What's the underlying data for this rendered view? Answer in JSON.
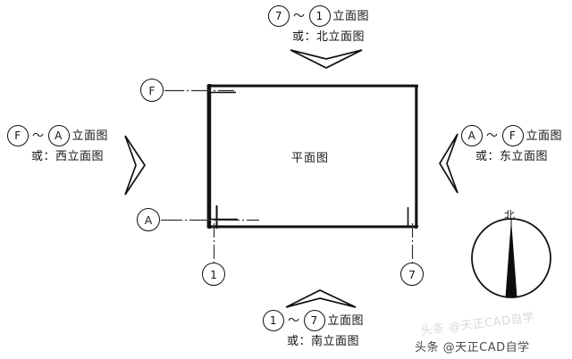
{
  "diagram": {
    "plan_title": "平面图",
    "view_suffix": "立面图",
    "alt_prefix": "或：",
    "tilde": "～"
  },
  "labels": {
    "north_view": {
      "from": "7",
      "to": "1",
      "suffix": "立面图",
      "alt": "或：北立面图",
      "arrow": "arrow-down"
    },
    "west_view": {
      "from": "F",
      "to": "A",
      "suffix": "立面图",
      "alt": "或：西立面图",
      "arrow": "arrow-right"
    },
    "east_view": {
      "from": "A",
      "to": "F",
      "suffix": "立面图",
      "alt": "或：东立面图",
      "arrow": "arrow-left"
    },
    "south_view": {
      "from": "1",
      "to": "7",
      "suffix": "立面图",
      "alt": "或：南立面图",
      "arrow": "arrow-up"
    }
  },
  "grid_bubbles": {
    "axis_f": "F",
    "axis_a": "A",
    "axis_1": "1",
    "axis_7": "7"
  },
  "compass": {
    "label": "北"
  },
  "watermark": {
    "main": "头条 @天正CAD自学",
    "faint": "头条 @天正CAD自学"
  },
  "colors": {
    "ink": "#111111",
    "wall": "#1a1a1a",
    "background": "#ffffff",
    "watermark": "#4a4a4a"
  }
}
